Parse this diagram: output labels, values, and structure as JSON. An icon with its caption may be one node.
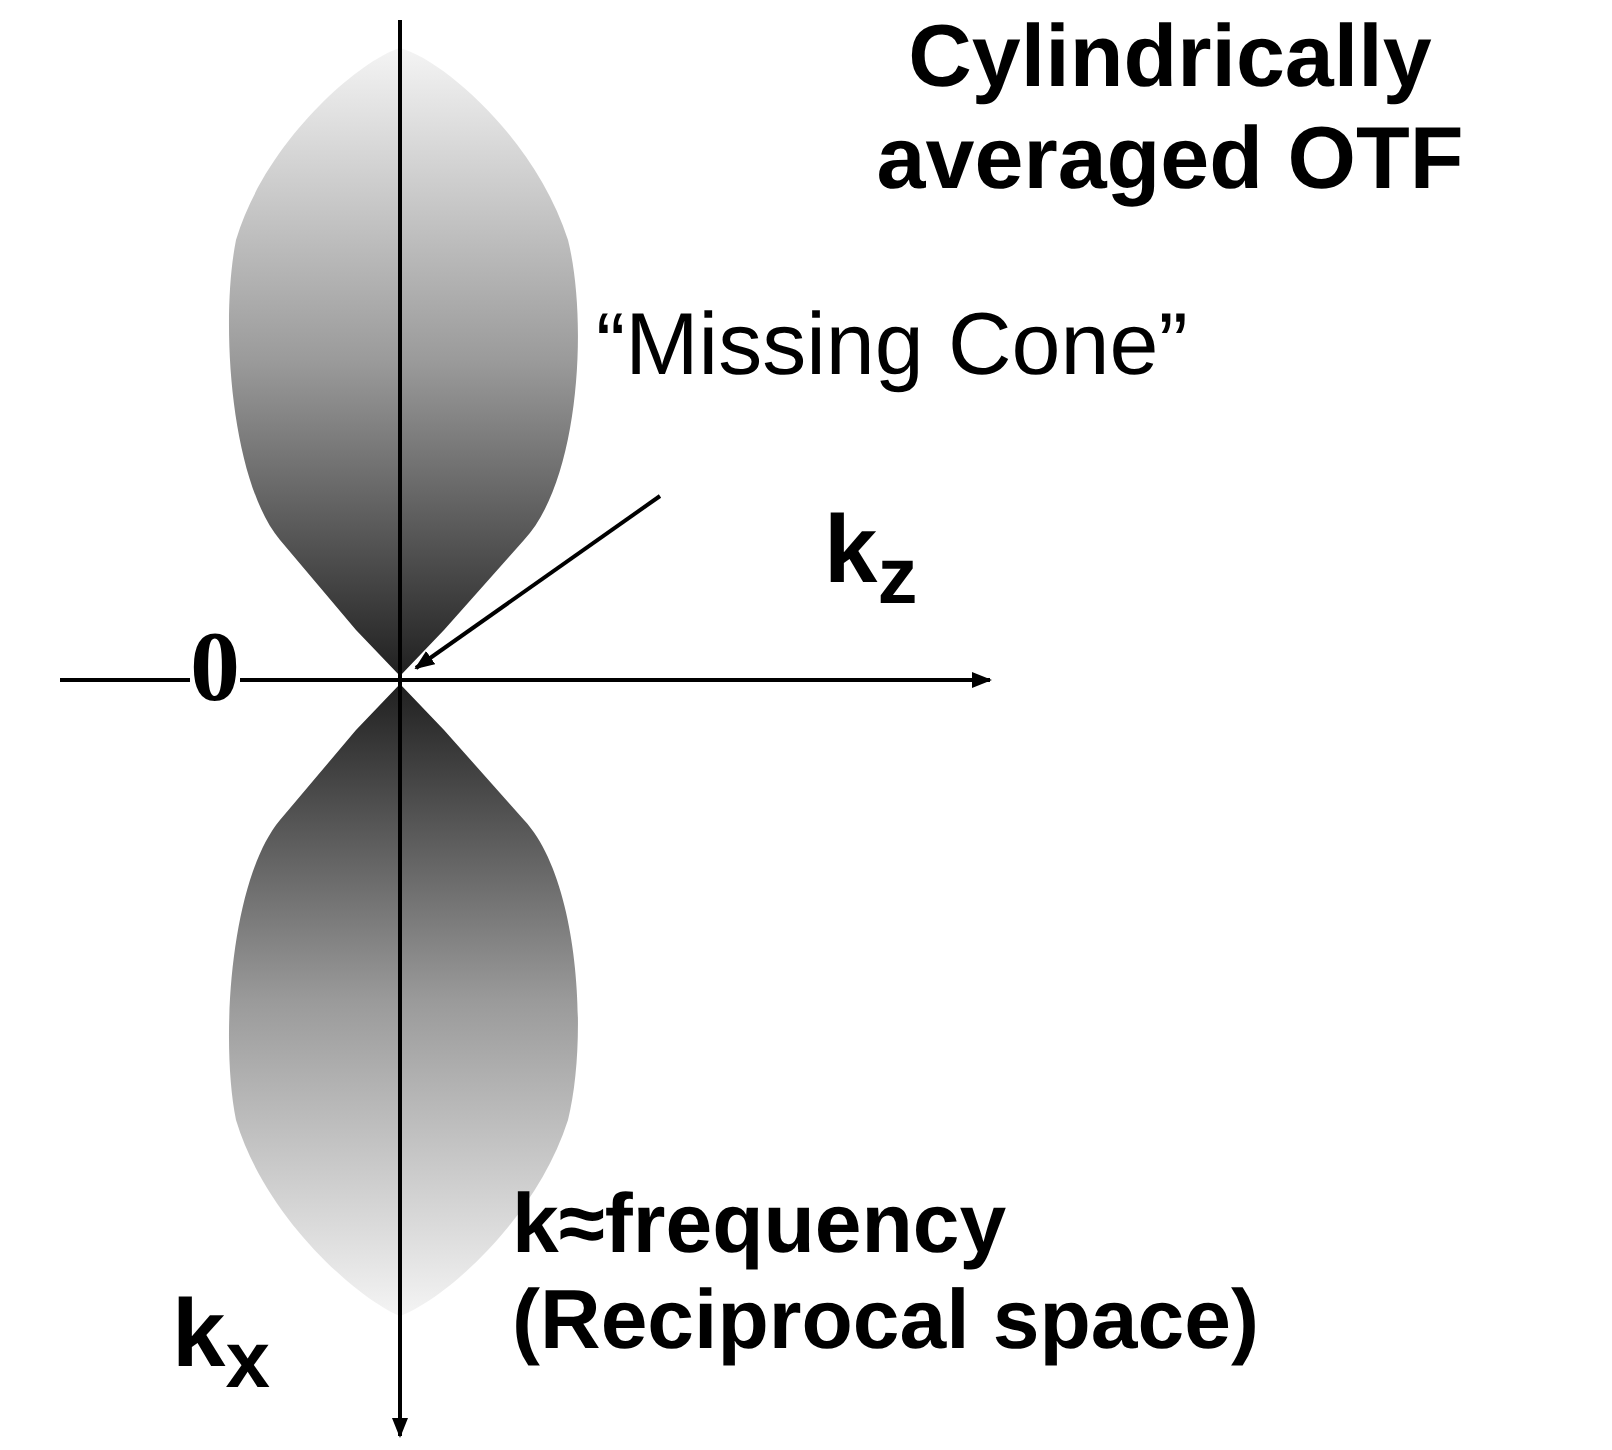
{
  "diagram": {
    "title": "Cylindrically averaged OTF",
    "nodes": [
      {
        "text": [
          "“Missing Cone”"
        ]
      },
      {
        "text": [],
        "shape": "picture"
      }
    ],
    "edges": [
      {
        "from": 0,
        "to": 1,
        "arrow": "to"
      }
    ],
    "labels": [
      "k$_{z}$",
      "0",
      "k$_{x}$",
      "k≈frequency (Reciprocal space)"
    ]
  }
}
